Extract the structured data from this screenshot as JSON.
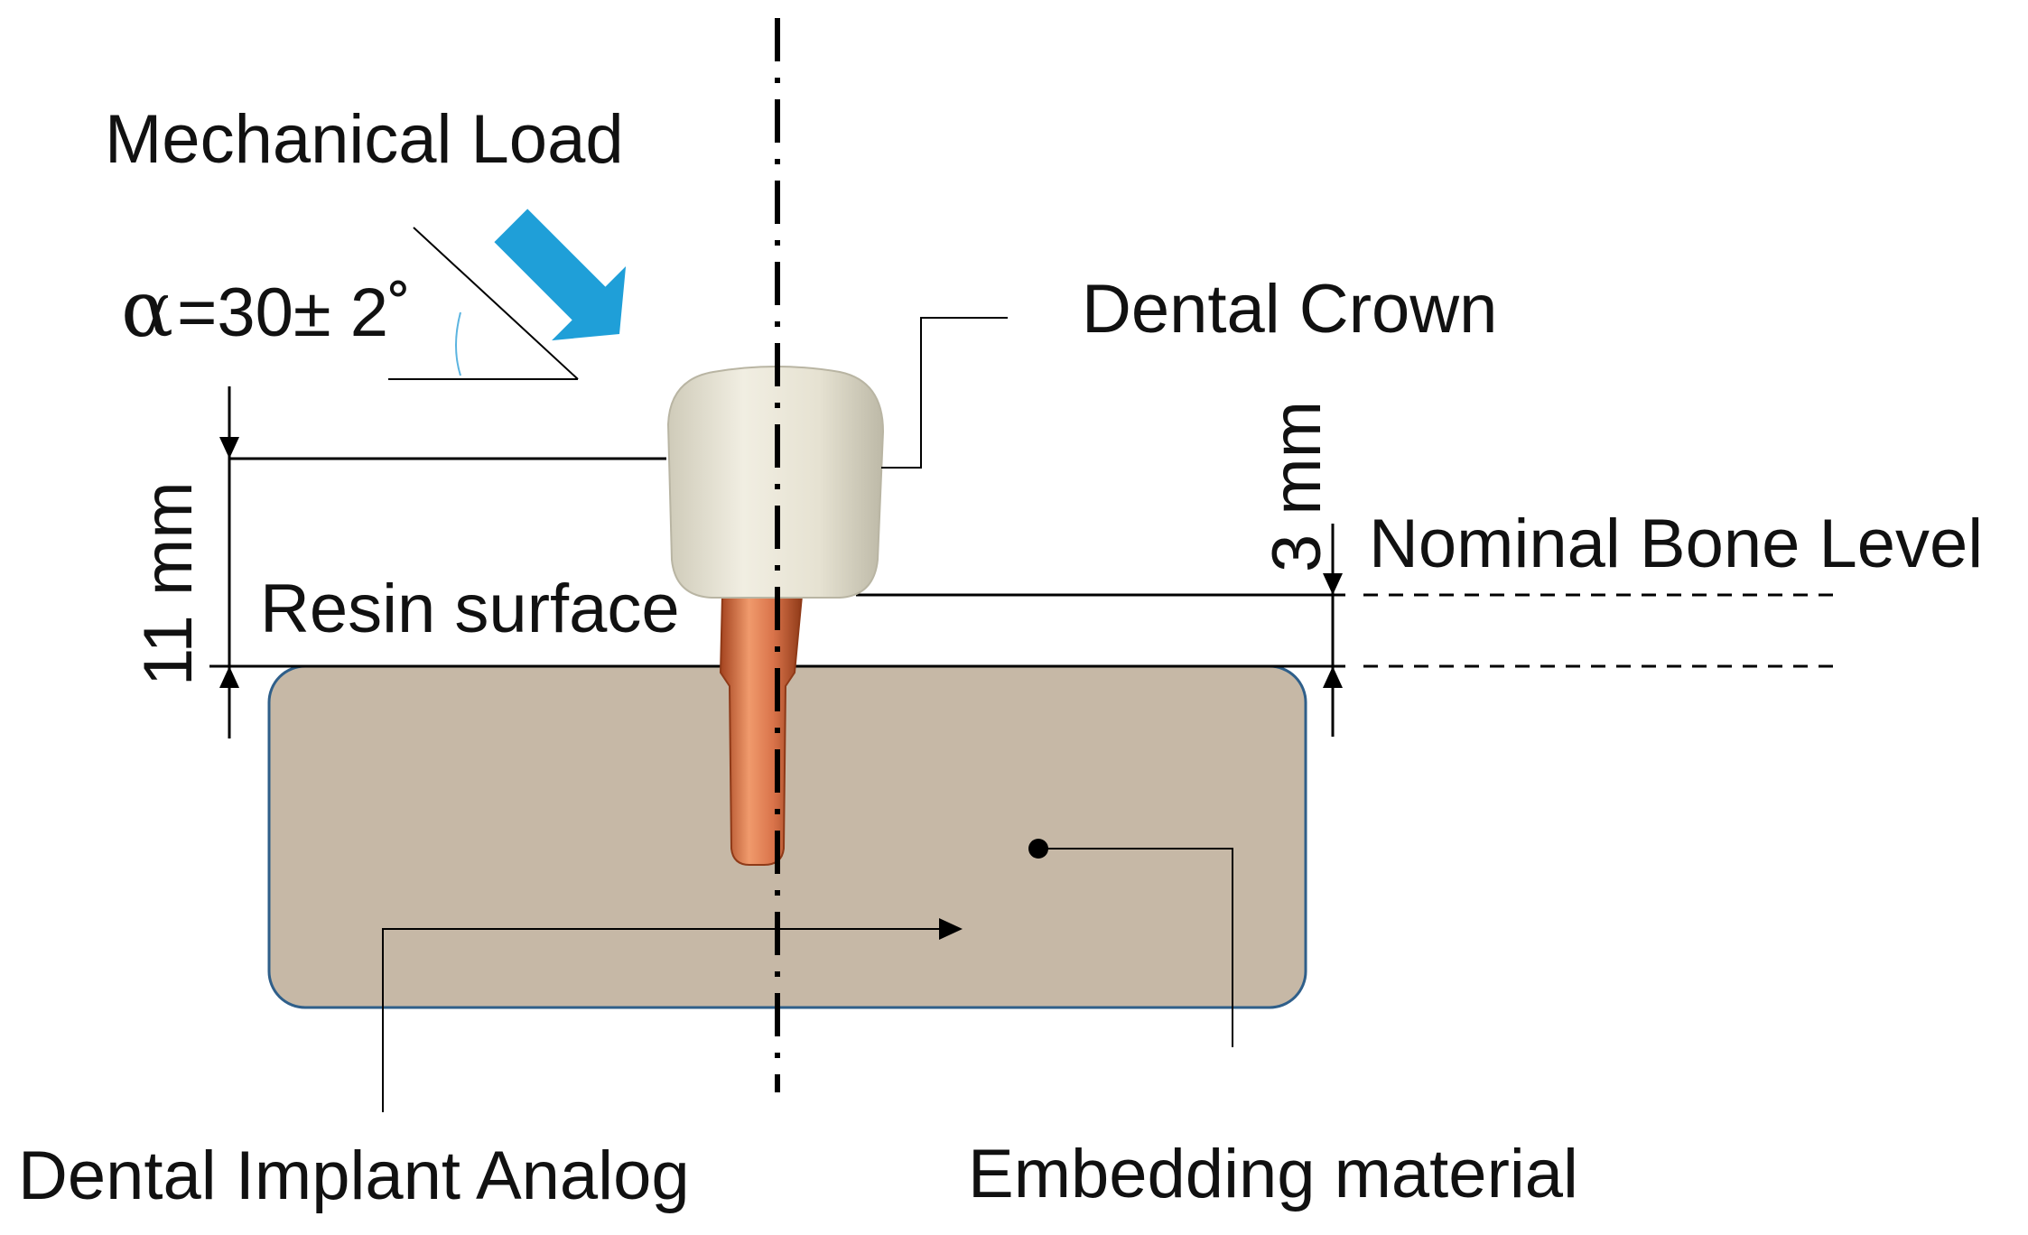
{
  "labels": {
    "mechanical_load": "Mechanical Load",
    "angle_symbol": "α",
    "angle_value": "=30± 2˚",
    "dental_crown": "Dental Crown",
    "dim_3mm": "3 mm",
    "nominal_bone_level": "Nominal Bone Level",
    "dim_11mm": "11 mm",
    "resin_surface": "Resin surface",
    "dental_implant_analog": "Dental Implant Analog",
    "embedding_material": "Embedding material"
  },
  "colors": {
    "load_arrow": "#1f9fd8",
    "crown": "#e8e4d4",
    "implant": "#d9734a",
    "embedding": "#c6b8a6",
    "embedding_border": "#2f5f8a",
    "angle_arc": "#5bb4e0"
  }
}
